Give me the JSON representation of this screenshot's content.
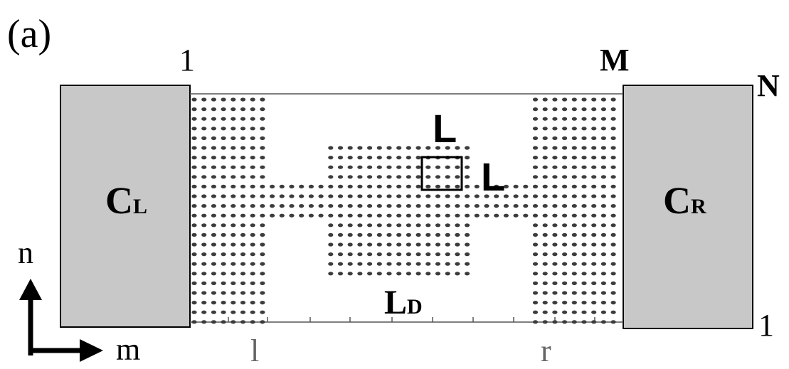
{
  "panel_label": "(a)",
  "labels": {
    "top_left_index": "1",
    "top_right_index": "M",
    "right_top_index": "N",
    "right_bottom_index": "1",
    "bottom_l": "l",
    "bottom_r": "r",
    "axis_n": "n",
    "axis_m": "m"
  },
  "left_contact": {
    "main": "C",
    "sub": "L"
  },
  "right_contact": {
    "main": "C",
    "sub": "R"
  },
  "cell_label_top": "L",
  "cell_label_right": "L",
  "dot_region_label": {
    "main": "L",
    "sub": "D"
  },
  "colors": {
    "contact_fill": "#c8c8c8",
    "dot_color": "#3c3c3c",
    "outline": "#000000"
  }
}
